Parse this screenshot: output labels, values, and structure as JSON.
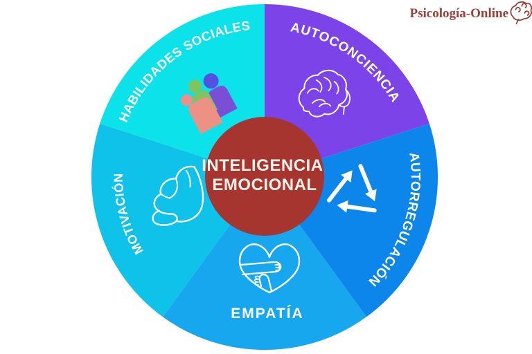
{
  "logo": {
    "text": "Psicología-Online",
    "color": "#9D4038"
  },
  "center": {
    "line1": "INTELIGENCIA",
    "line2": "EMOCIONAL",
    "bg_color": "#A63530",
    "text_color": "#FAF2E8"
  },
  "chart_data": {
    "type": "pie",
    "title": "INTELIGENCIA EMOCIONAL",
    "legend_position": "labels-on-slices",
    "segments": [
      {
        "label": "AUTOCONCIENCIA",
        "value_pct": 20,
        "color": "#7C43E9",
        "icon": "brain-icon"
      },
      {
        "label": "AUTORREGULACIÓN",
        "value_pct": 20,
        "color": "#0C86EA",
        "icon": "recycle-icon"
      },
      {
        "label": "EMPATÍA",
        "value_pct": 20,
        "color": "#17A7EF",
        "icon": "heart-hug-icon"
      },
      {
        "label": "MOTIVACIÓN",
        "value_pct": 20,
        "color": "#0FC2E9",
        "icon": "muscle-arm-icon"
      },
      {
        "label": "HABILIDADES SOCIALES",
        "value_pct": 20,
        "color": "#0BE2E9",
        "icon": "people-group-icon"
      }
    ],
    "people_icon_colors": {
      "front_body": "#EC9184",
      "front_head": "#EE8F8A",
      "middle": "#7FC45E",
      "back_body": "#7B4ED8",
      "back_head": "#5350E2"
    }
  }
}
